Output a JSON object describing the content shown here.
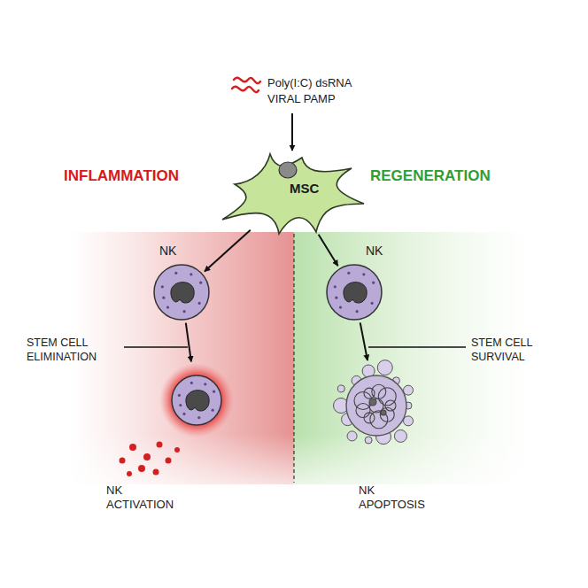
{
  "diagram": {
    "nodes": [
      {
        "text": [
          "MSC"
        ]
      },
      {
        "text": [
          "NK"
        ]
      },
      {
        "text": [
          "NK"
        ]
      },
      {
        "text": [
          "NK ACTIVATION"
        ]
      },
      {
        "text": [
          "NK APOPTOSIS"
        ]
      }
    ],
    "edges": [
      {
        "from": 0,
        "to": 1,
        "arrow": "to"
      },
      {
        "from": 0,
        "to": 2,
        "arrow": "to"
      },
      {
        "from": 1,
        "to": 3,
        "arrow": "to"
      },
      {
        "from": 2,
        "to": 4,
        "arrow": "to"
      }
    ],
    "labels": [
      "Poly(I:C) dsRNA",
      "VIRAL PAMP",
      "INFLAMMATION",
      "REGENERATION",
      "STEM CELL ELIMINATION",
      "STEM CELL SURVIVAL"
    ]
  }
}
